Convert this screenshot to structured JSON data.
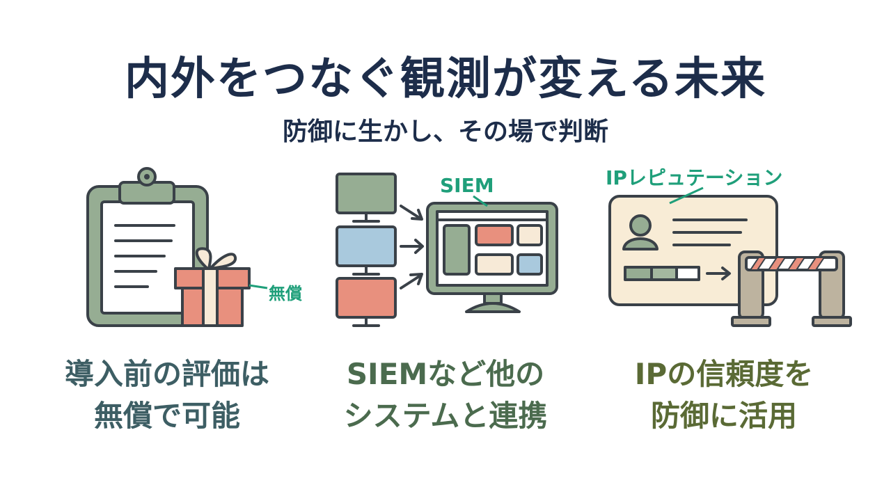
{
  "header": {
    "title": "内外をつなぐ観測が変える未来",
    "subtitle": "防御に生かし、その場で判断"
  },
  "colors": {
    "navy": "#1d2d4a",
    "accent": "#1f9f7a",
    "caption_1": "#3d5e64",
    "caption_2": "#4b6b4e",
    "caption_3": "#5a6a35",
    "sage": "#96ad93",
    "salmon": "#e8907e",
    "blue": "#a9c9dd",
    "cream": "#f7ead7",
    "card": "#f8ecd6",
    "post": "#bdb39f"
  },
  "panels": [
    {
      "icon": "clipboard-gift-icon",
      "tag": "無償",
      "caption_line1": "導入前の評価は",
      "caption_line2": "無償で可能"
    },
    {
      "icon": "siem-monitor-icon",
      "tag": "SIEM",
      "caption_line1": "SIEMなど他の",
      "caption_line2": "システムと連携"
    },
    {
      "icon": "ip-card-gate-icon",
      "tag": "IPレピュテーション",
      "caption_line1": "IPの信頼度を",
      "caption_line2": "防御に活用"
    }
  ]
}
